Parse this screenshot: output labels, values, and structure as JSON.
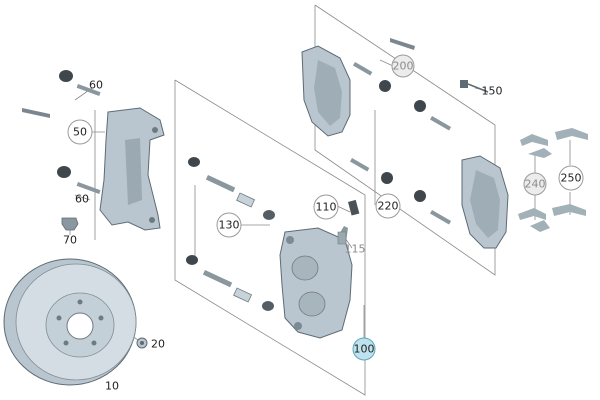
{
  "callouts": {
    "c10": "10",
    "c20": "20",
    "c50": "50",
    "c60a": "60",
    "c60b": "60",
    "c70": "70",
    "c100": "100",
    "c110": "110",
    "c115": "115",
    "c130": "130",
    "c150": "150",
    "c200": "200",
    "c220": "220",
    "c240": "240",
    "c250": "250"
  },
  "colors": {
    "metal": "#b9c6cf",
    "dark": "#3f474d",
    "highlight": "#bfe3ee"
  }
}
